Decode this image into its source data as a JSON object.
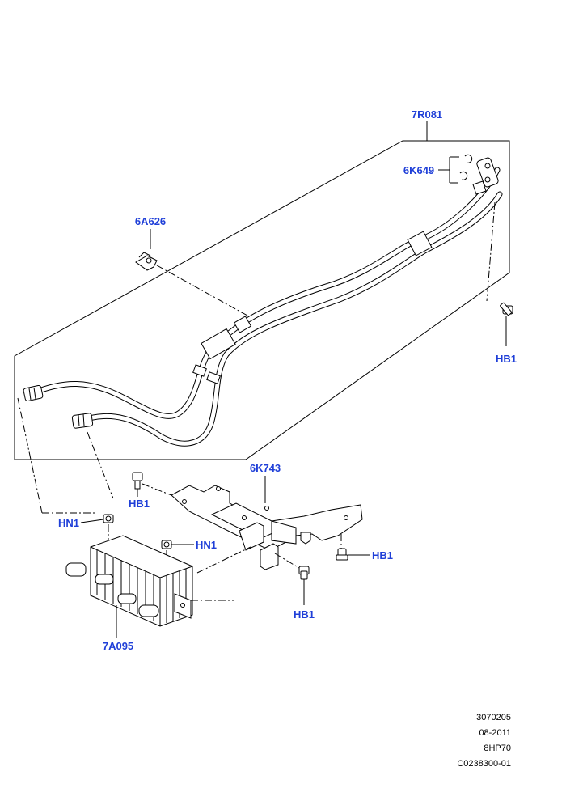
{
  "callouts": {
    "pipe_assembly": "7R081",
    "seals": "6K649",
    "clip": "6A626",
    "bolt_upper_right": "HB1",
    "bolt_bracket_left": "HB1",
    "bracket": "6K743",
    "nut_left": "HN1",
    "nut_center": "HN1",
    "bolt_bracket_right": "HB1",
    "bolt_bracket_bottom": "HB1",
    "cooler": "7A095"
  },
  "info_block": {
    "line1": "3070205",
    "line2": "08-2011",
    "line3": "8HP70",
    "line4": "C0238300-01"
  },
  "colors": {
    "callout_text": "#1f3fd8",
    "line_art": "#000000",
    "background": "#ffffff"
  }
}
